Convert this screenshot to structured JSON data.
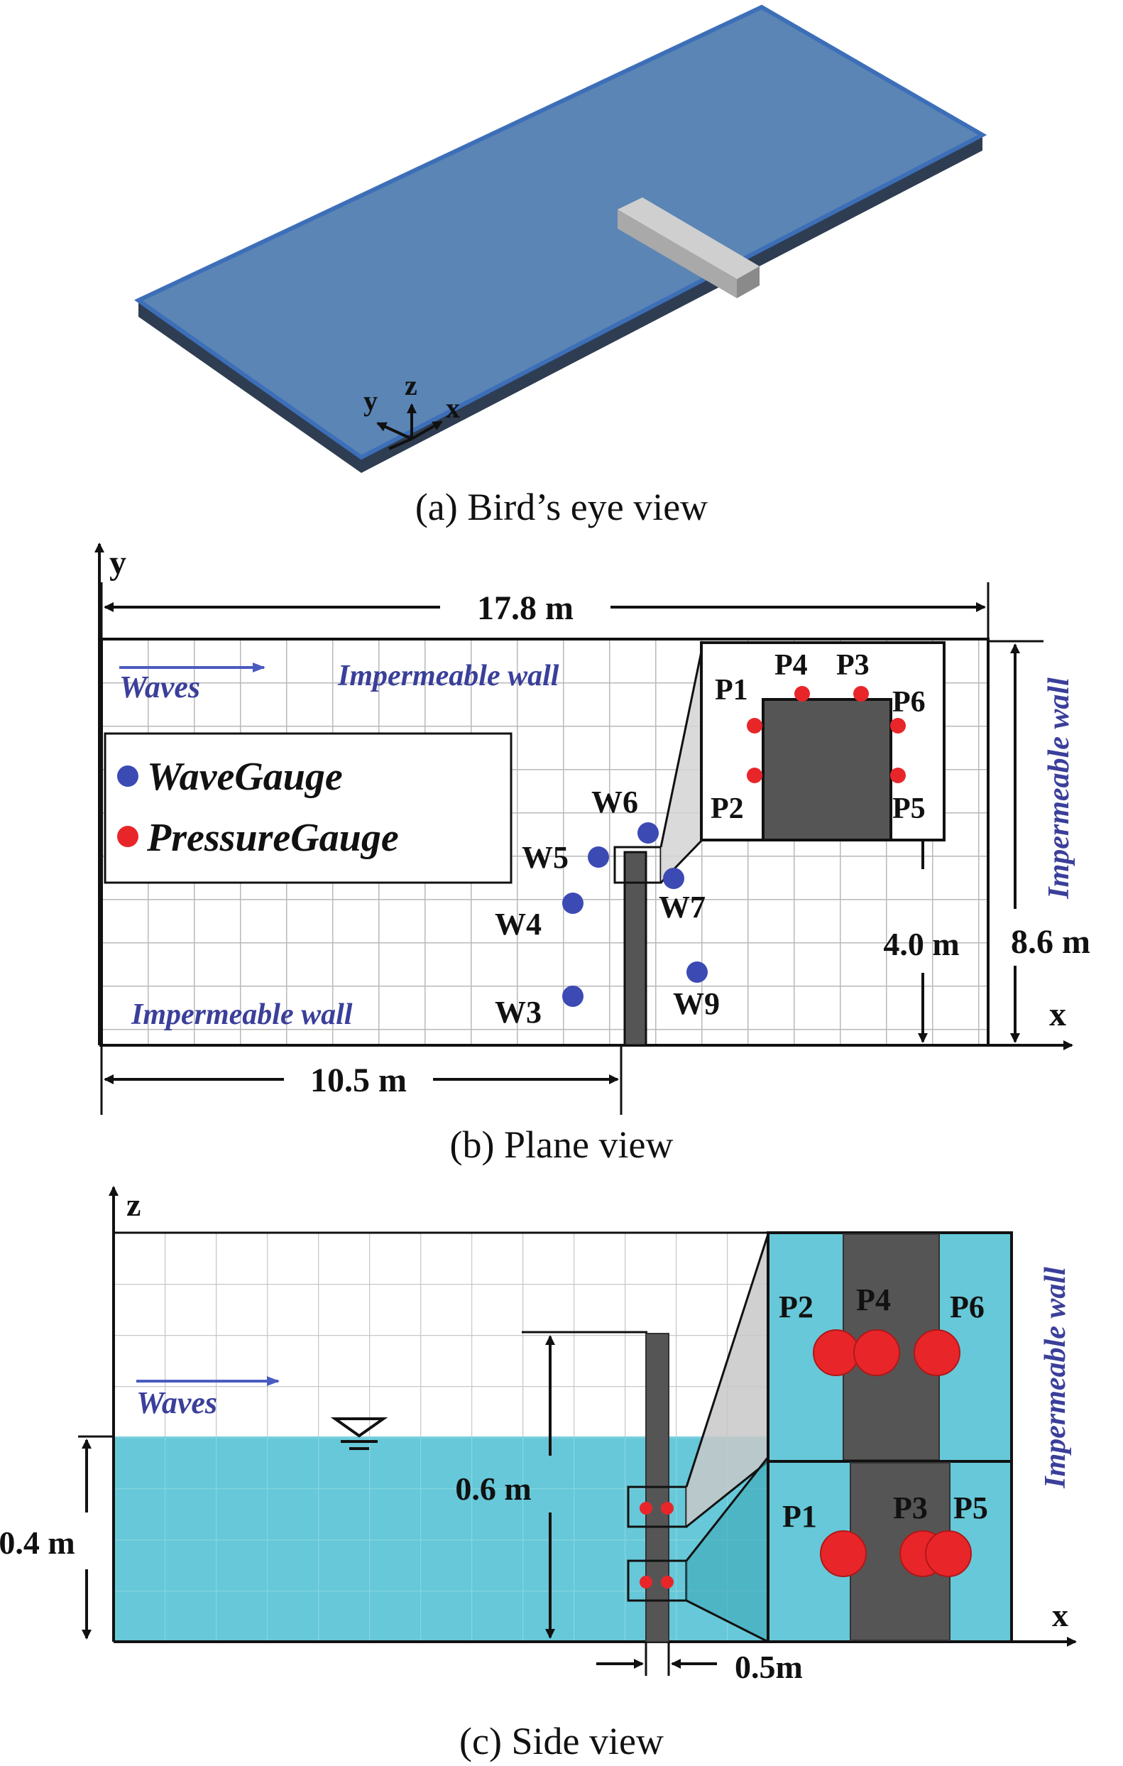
{
  "panel_a": {
    "caption": "(a)  Bird’s  eye  view",
    "axes": {
      "x": "x",
      "y": "y",
      "z": "z"
    }
  },
  "panel_b": {
    "caption": "(b)  Plane  view",
    "axis_x": "x",
    "axis_y": "y",
    "dim_length": "17.8 m",
    "dim_width": "8.6 m",
    "dim_structure_x": "10.5 m",
    "dim_structure_len": "4.0 m",
    "waves_label": "Waves",
    "wall_top": "Impermeable wall",
    "wall_bottom": "Impermeable wall",
    "wall_right": "Impermeable wall",
    "legend": {
      "wave_gauge": "WaveGauge",
      "pressure_gauge": "PressureGauge"
    },
    "wave_gauges": [
      "W3",
      "W4",
      "W5",
      "W6",
      "W7",
      "W9"
    ],
    "pressure_gauges": [
      "P1",
      "P2",
      "P3",
      "P4",
      "P5",
      "P6"
    ],
    "colors": {
      "wave_gauge": "#3c4ab4",
      "pressure_gauge": "#e8262a"
    }
  },
  "panel_c": {
    "caption": "(c)  Side  view",
    "axis_x": "x",
    "axis_z": "z",
    "dim_depth": "0.4 m",
    "dim_height": "0.6 m",
    "dim_thickness": "0.5m",
    "waves_label": "Waves",
    "wall_right": "Impermeable wall",
    "upper_inset": [
      "P2",
      "P4",
      "P6"
    ],
    "lower_inset": [
      "P1",
      "P3",
      "P5"
    ],
    "colors": {
      "water": "#66c8d8",
      "structure": "#666666"
    }
  }
}
